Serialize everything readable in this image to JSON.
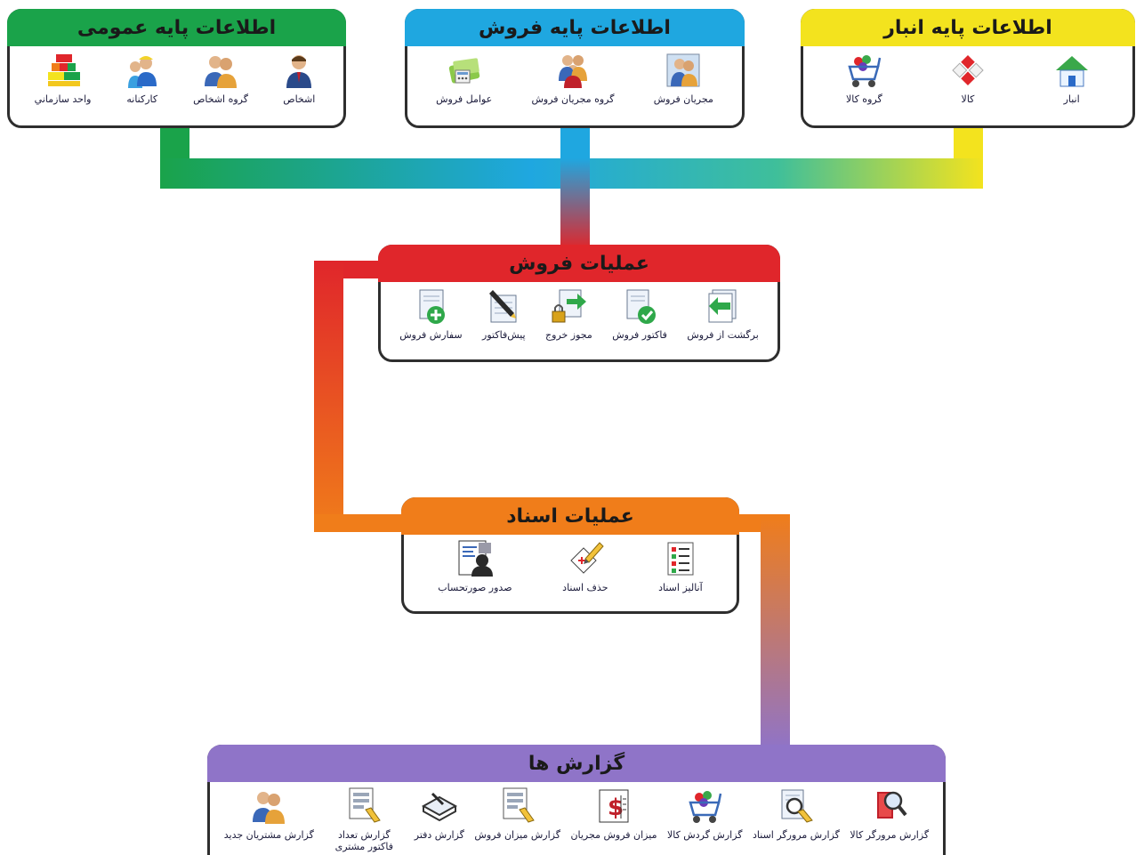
{
  "colors": {
    "general": "#1aa34a",
    "sales_base": "#1fa7e0",
    "warehouse": "#f3e31e",
    "sales_ops": "#e0262b",
    "documents": "#f07d1a",
    "reports": "#8f74c8"
  },
  "general": {
    "title": "اطلاعات پایه عمومی",
    "items": [
      {
        "label": "اشخاص",
        "icon": "person-icon"
      },
      {
        "label": "گروه اشخاص",
        "icon": "people-group-icon"
      },
      {
        "label": "کارکنانه",
        "icon": "staff-icon"
      },
      {
        "label": "واحد سازماني",
        "icon": "org-unit-icon"
      }
    ]
  },
  "sales_base": {
    "title": "اطلاعات پایه فروش",
    "items": [
      {
        "label": "مجریان فروش",
        "icon": "sales-agents-icon"
      },
      {
        "label": "گروه مجریان فروش",
        "icon": "sales-agents-group-icon"
      },
      {
        "label": "عوامل فروش",
        "icon": "sales-factors-icon"
      }
    ]
  },
  "warehouse": {
    "title": "اطلاعات پایه انبار",
    "items": [
      {
        "label": "انبار",
        "icon": "warehouse-icon"
      },
      {
        "label": "کالا",
        "icon": "goods-icon"
      },
      {
        "label": "گروه کالا",
        "icon": "goods-group-icon"
      }
    ]
  },
  "sales_ops": {
    "title": "عملیات فروش",
    "items": [
      {
        "label": "برگشت از فروش",
        "icon": "sales-return-icon"
      },
      {
        "label": "فاکتور فروش",
        "icon": "sales-invoice-icon"
      },
      {
        "label": "مجوز خروج",
        "icon": "exit-permit-icon"
      },
      {
        "label": "پیش‌فاکتور",
        "icon": "pre-invoice-icon"
      },
      {
        "label": "سفارش فروش",
        "icon": "sales-order-icon"
      }
    ]
  },
  "documents": {
    "title": "عملیات اسناد",
    "items": [
      {
        "label": "آنالیز اسناد",
        "icon": "doc-analysis-icon"
      },
      {
        "label": "حذف اسناد",
        "icon": "doc-delete-icon"
      },
      {
        "label": "صدور صورتحساب",
        "icon": "billing-icon"
      }
    ]
  },
  "reports": {
    "title": "گزارش ها",
    "items": [
      {
        "label": "گزارش مرورگر کالا",
        "icon": "goods-browser-report-icon"
      },
      {
        "label": "گزارش مرورگر اسناد",
        "icon": "docs-browser-report-icon"
      },
      {
        "label": "گزارش گردش کالا",
        "icon": "goods-turnover-report-icon"
      },
      {
        "label": "میزان فروش مجریان",
        "icon": "agents-sales-report-icon"
      },
      {
        "label": "گزارش میزان فروش",
        "icon": "sales-amount-report-icon"
      },
      {
        "label": "گزارش دفتر",
        "icon": "ledger-report-icon"
      },
      {
        "label": "گزارش تعداد فاکتور مشتری",
        "icon": "customer-invoice-count-report-icon"
      },
      {
        "label": "گزارش مشتریان جدید",
        "icon": "new-customers-report-icon"
      }
    ]
  }
}
